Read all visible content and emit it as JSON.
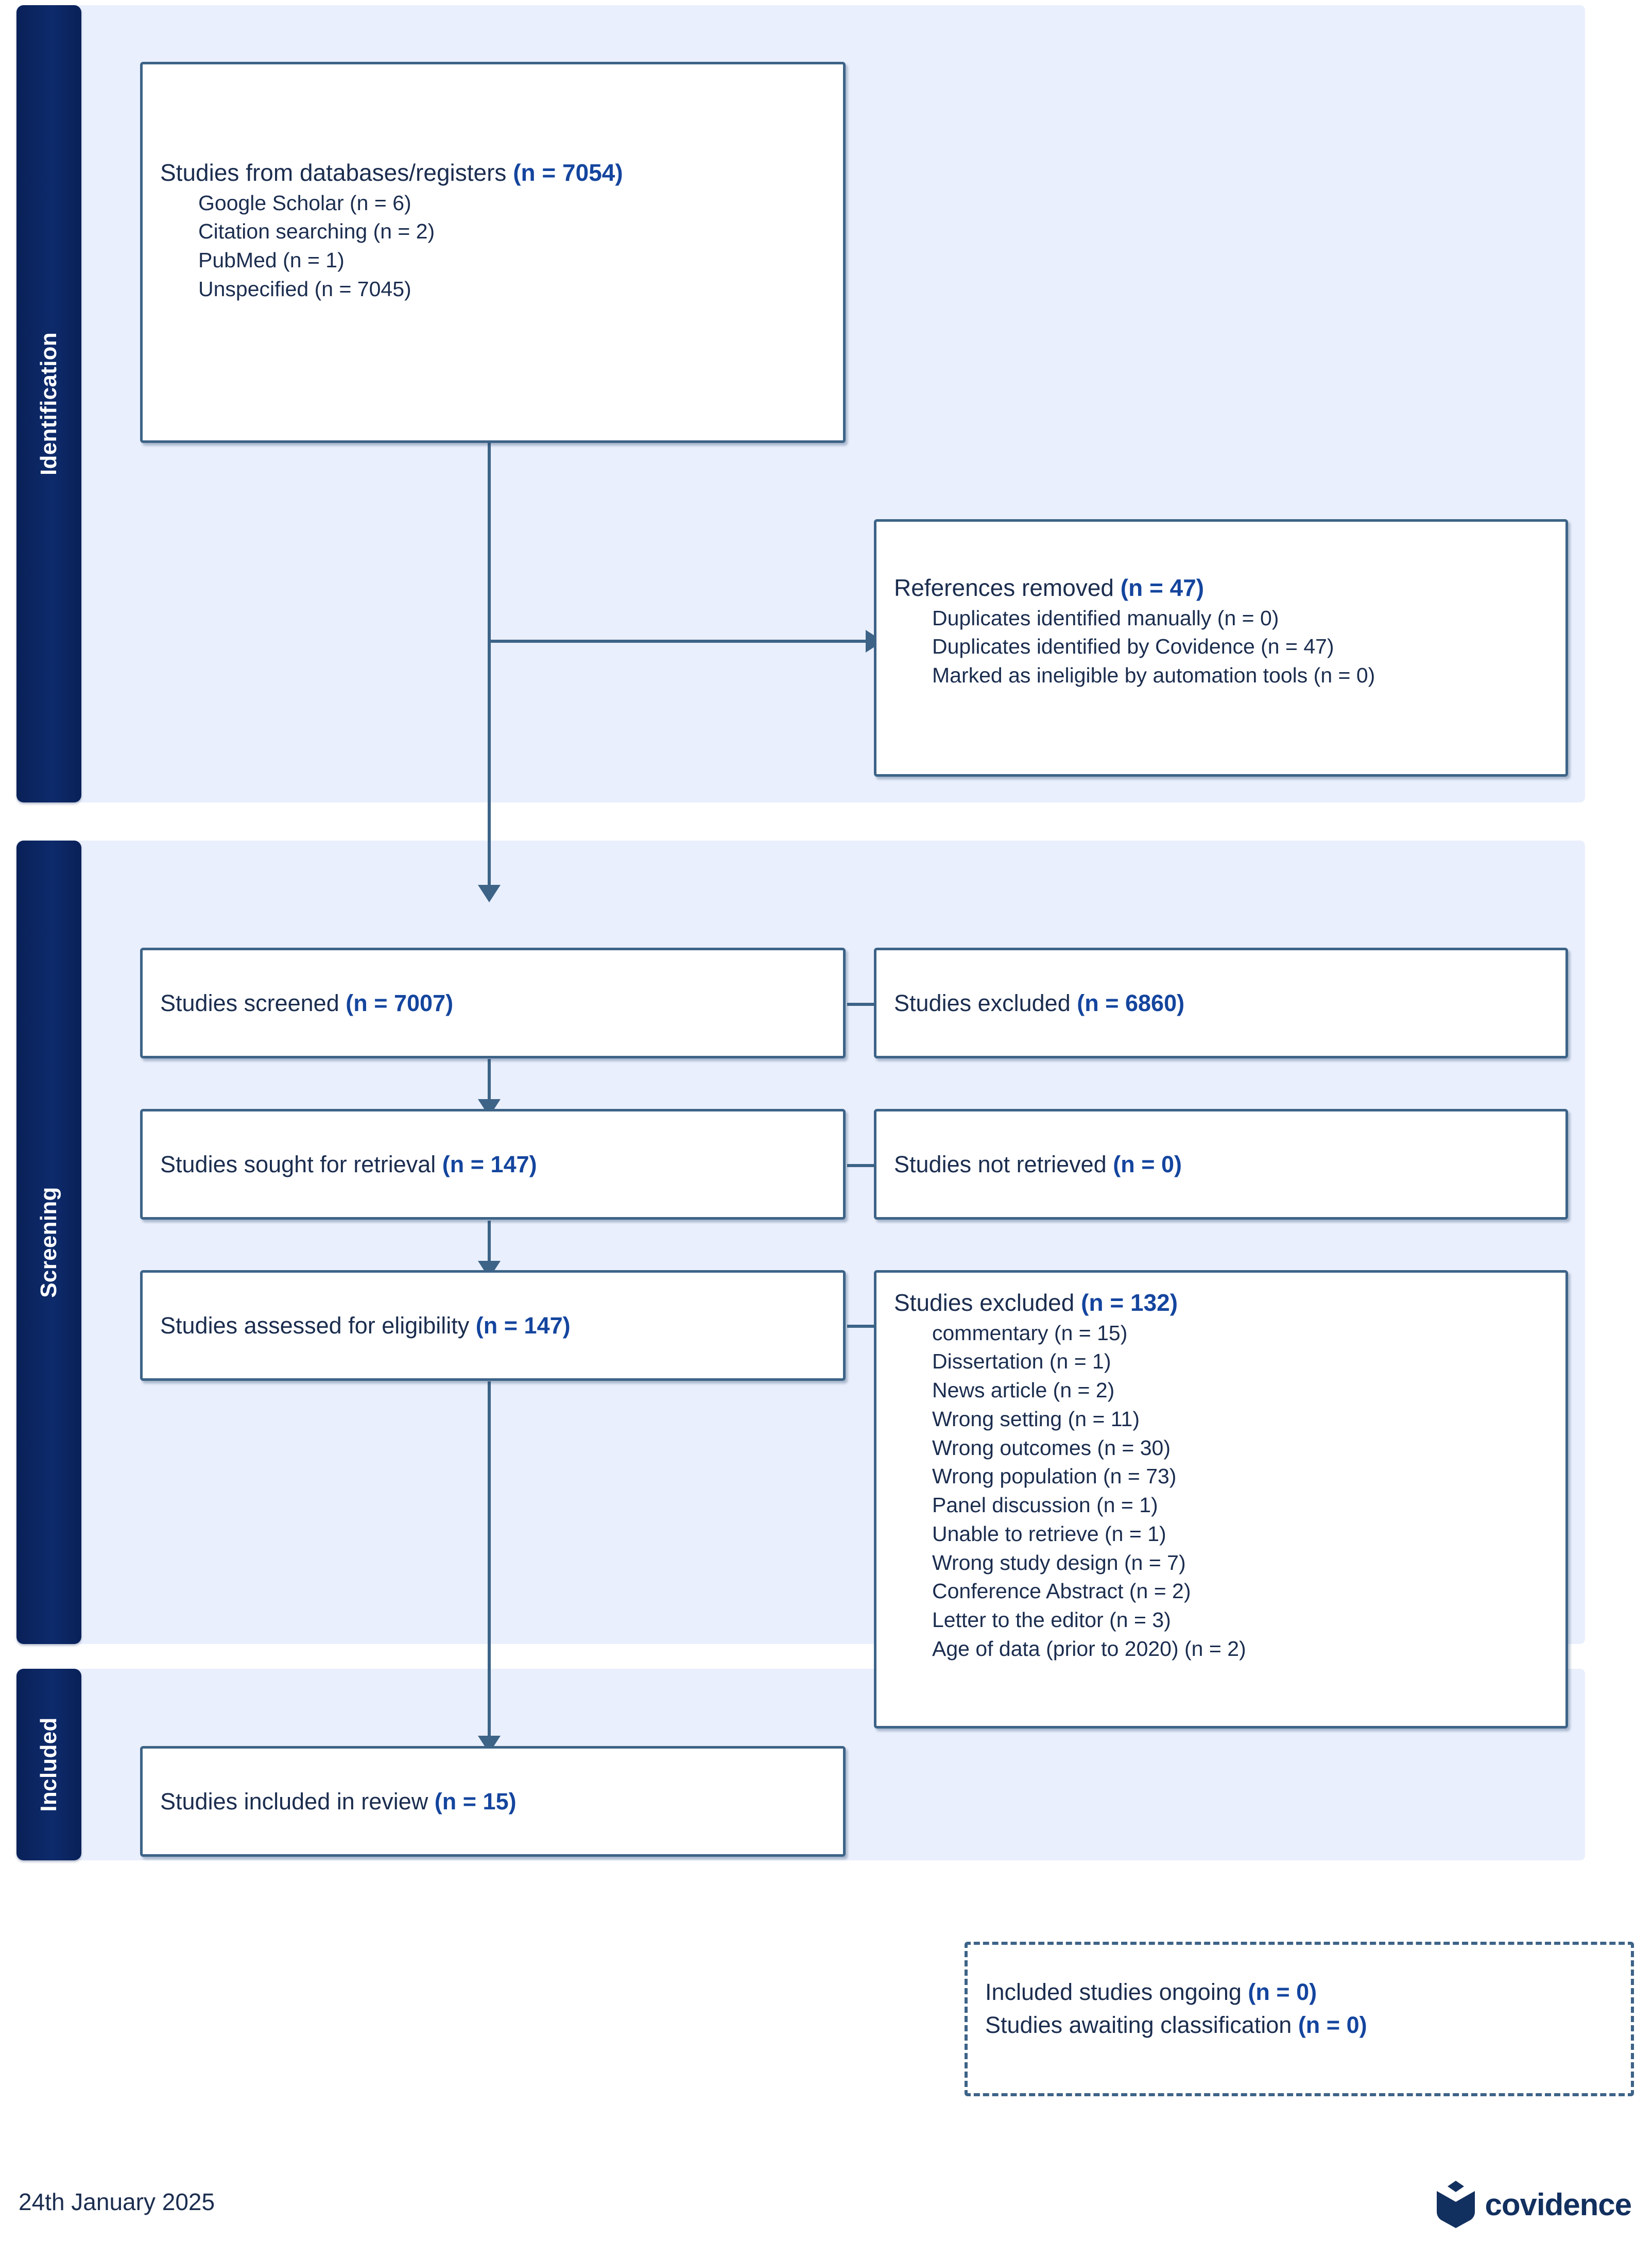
{
  "colors": {
    "panel_bg": "#e9effc",
    "sidebar_navy": "#0c2461",
    "box_border": "#3d6387",
    "text_navy": "#1b2d4f",
    "accent_blue": "#14459e",
    "page_bg": "#ffffff"
  },
  "sections": [
    {
      "key": "identification",
      "label": "Identification"
    },
    {
      "key": "screening",
      "label": "Screening"
    },
    {
      "key": "included",
      "label": "Included"
    }
  ],
  "boxes": {
    "databases": {
      "header_text": "Studies from databases/registers ",
      "header_n": "(n = 7054)",
      "sublines": [
        "Google Scholar (n = 6)",
        "Citation searching (n = 2)",
        "PubMed (n = 1)",
        "Unspecified (n = 7045)"
      ]
    },
    "references_removed": {
      "header_text": "References removed ",
      "header_n": "(n = 47)",
      "sublines": [
        "Duplicates identified manually (n = 0)",
        "Duplicates identified by Covidence (n = 47)",
        "Marked as ineligible by automation tools (n = 0)"
      ]
    },
    "screened": {
      "text": "Studies screened ",
      "n": "(n = 7007)"
    },
    "excluded_screening": {
      "text": "Studies excluded ",
      "n": "(n = 6860)"
    },
    "sought": {
      "text": "Studies sought for retrieval ",
      "n": "(n = 147)"
    },
    "not_retrieved": {
      "text": "Studies not retrieved ",
      "n": "(n = 0)"
    },
    "assessed": {
      "text": "Studies assessed for eligibility ",
      "n": "(n = 147)"
    },
    "excluded_eligibility": {
      "header_text": "Studies excluded ",
      "header_n": "(n = 132)",
      "sublines": [
        "commentary (n = 15)",
        "Dissertation (n = 1)",
        "News article (n = 2)",
        "Wrong setting (n = 11)",
        "Wrong outcomes (n = 30)",
        "Wrong population (n = 73)",
        "Panel discussion (n = 1)",
        "Unable to retrieve (n = 1)",
        "Wrong study design (n = 7)",
        "Conference Abstract (n = 2)",
        "Letter to the editor (n = 3)",
        "Age of data (prior to 2020) (n = 2)"
      ]
    },
    "included_review": {
      "text": "Studies included in review ",
      "n": "(n = 15)"
    },
    "ongoing": {
      "line1_text": "Included studies ongoing ",
      "line1_n": "(n = 0)",
      "line2_text": "Studies awaiting classification ",
      "line2_n": "(n = 0)"
    }
  },
  "footer": {
    "date": "24th January 2025",
    "brand_name": "covidence"
  }
}
